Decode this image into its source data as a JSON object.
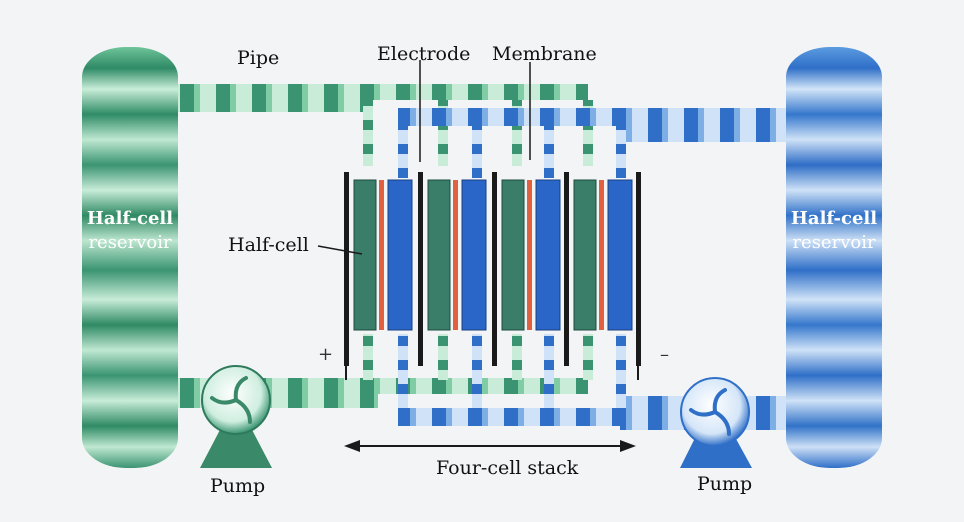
{
  "labels": {
    "pipe": "Pipe",
    "electrode": "Electrode",
    "membrane": "Membrane",
    "half_cell": "Half-cell",
    "left_reservoir_line1": "Half-cell",
    "left_reservoir_line2": "reservoir",
    "right_reservoir_line1": "Half-cell",
    "right_reservoir_line2": "reservoir",
    "pump_left": "Pump",
    "pump_right": "Pump",
    "stack": "Four-cell stack",
    "plus": "+",
    "minus": "–"
  },
  "colors": {
    "green_electrolyte": "#3f9a78",
    "green_light": "#c8ecd8",
    "blue_electrolyte": "#2f6fc8",
    "blue_light": "#cfe2f7",
    "membrane": "#e06040",
    "electrode": "#1a1a1a",
    "green_cell": "#3a7d68",
    "blue_cell": "#2a66c8"
  }
}
